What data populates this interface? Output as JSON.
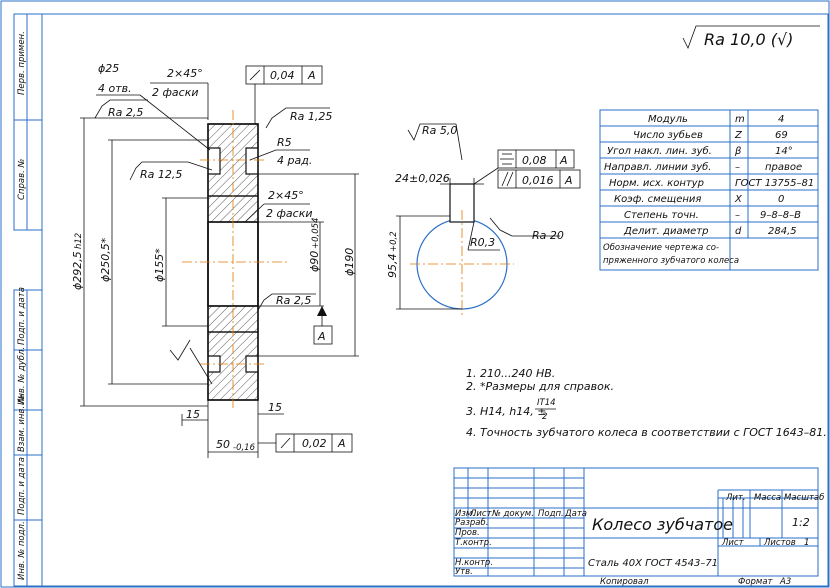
{
  "roughness_general": "Ra 10,0 (√)",
  "side_labels": [
    "Перв. примен.",
    "Справ. №",
    "Подп. и дата",
    "Инв. № дубл.",
    "Взам. инв. №",
    "Подп. и дата",
    "Инв. № подл."
  ],
  "front_view": {
    "holes_dia": "ϕ25",
    "holes_count": "4 отв.",
    "chamfer_top": "2×45°",
    "chamfer_top_note": "2 фаски",
    "chamfer_mid": "2×45°",
    "chamfer_mid_note": "2 фаски",
    "tol_parallel_top": "0,04",
    "tol_datum_top": "A",
    "ra_top": "Ra 1,25",
    "ra_left": "Ra 2,5",
    "ra_12": "Ra 12,5",
    "ra_bore": "Ra 2,5",
    "radius": "R5",
    "radius_note": "4 рад.",
    "dia_outer": "ϕ292,5",
    "dia_outer_tol": "h12",
    "dia_root": "ϕ250,5*",
    "dia_hub": "ϕ155*",
    "dia_bore": "ϕ90",
    "dia_bore_tol": "+0,054",
    "dia_190": "ϕ190",
    "datum": "A",
    "dim_15_left": "15",
    "dim_15_right": "15",
    "dim_width": "50",
    "dim_width_tol": "-0,16",
    "tol_runout": "0,02",
    "tol_runout_datum": "A"
  },
  "side_view": {
    "ra": "Ra 5,0",
    "ra_20": "Ra 20",
    "keyway_width": "24±0,026",
    "keyway_depth": "95,4",
    "keyway_depth_tol": "+0,2",
    "radius": "R0,3",
    "tol_sym": "0,08",
    "tol_sym_datum": "A",
    "tol_par": "0,016",
    "tol_par_datum": "A"
  },
  "gear_table": {
    "rows": [
      {
        "name": "Модуль",
        "sym": "m",
        "val": "4"
      },
      {
        "name": "Число зубьев",
        "sym": "Z",
        "val": "69"
      },
      {
        "name": "Угол накл. лин. зуб.",
        "sym": "β",
        "val": "14°"
      },
      {
        "name": "Направл. линии зуб.",
        "sym": "–",
        "val": "правое"
      },
      {
        "name": "Норм. исх. контур",
        "sym": "",
        "val": "ГОСТ 13755–81"
      },
      {
        "name": "Коэф. смещения",
        "sym": "X",
        "val": "0"
      },
      {
        "name": "Степень точн.",
        "sym": "–",
        "val": "9–8–8–В"
      },
      {
        "name": "Делит. диаметр",
        "sym": "d",
        "val": "284,5"
      }
    ],
    "footer_line1": "Обозначение чертежа со-",
    "footer_line2": "пряженного зубчатого колеса"
  },
  "notes": [
    "1. 210...240 HB.",
    "2. *Размеры для справок.",
    "3. H14, h14, ±",
    "4. Точность зубчатого колеса в соответствии с ГОСТ 1643–81."
  ],
  "note3_fraction_num": "IT14",
  "note3_fraction_den": "2",
  "title_block": {
    "name": "Колесо зубчатое",
    "material": "Сталь 40Х ГОСТ 4543–71",
    "col_lit": "Лит.",
    "col_mass": "Масса",
    "col_scale": "Масштаб",
    "scale": "1:2",
    "sheet": "Лист",
    "sheets": "Листов",
    "sheets_count": "1",
    "hdr_izm": "Изм.",
    "hdr_list": "Лист",
    "hdr_doc": "№ докум.",
    "hdr_sign": "Подп.",
    "hdr_date": "Дата",
    "role_razrab": "Разраб.",
    "role_prov": "Пров.",
    "role_tkontr": "Т.контр.",
    "role_nkontr": "Н.контр.",
    "role_utv": "Утв.",
    "copied": "Копировал",
    "format_label": "Формат",
    "format": "А3"
  }
}
